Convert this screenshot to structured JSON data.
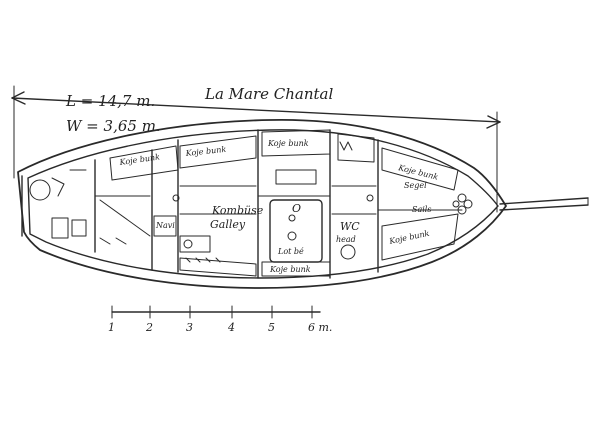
{
  "title": "La Mare Chantal",
  "dimensions": {
    "length": "L = 14,7 m.",
    "width": "W = 3,65 m."
  },
  "labels": {
    "berth_fwd_left_a": "Koje bunk",
    "berth_fwd_left_b": "Koje bunk",
    "berth_top_mid": "Koje bunk",
    "berth_bottom_mid": "Koje bunk",
    "berth_fore_right": "Koje bunk",
    "berth_right_lower": "Koje bunk",
    "galley_de": "Kombüse",
    "galley_en": "Galley",
    "nav": "Navi",
    "wc": "WC",
    "wc_sub": "head",
    "sail_de": "Segel",
    "sail_en": "Sails",
    "table_top": "O",
    "table_bottom": "Lot bé"
  },
  "scale": {
    "ticks": [
      "1",
      "2",
      "3",
      "4",
      "5",
      "6 m."
    ]
  },
  "colors": {
    "ink": "#2a2a2a",
    "paper": "#ffffff"
  }
}
